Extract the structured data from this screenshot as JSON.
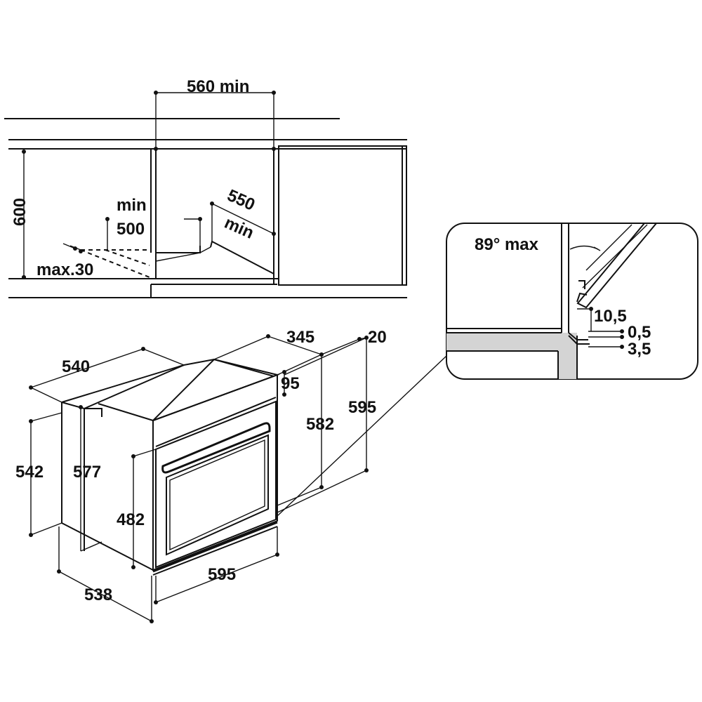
{
  "niche": {
    "width_label": "560 min",
    "height_label": "600",
    "depth_label_1": "550",
    "depth_label_2": "min",
    "vent_label_1": "min",
    "vent_label_2": "500",
    "vent_depth_label": "max.30"
  },
  "oven": {
    "depth_label": "540",
    "top_depth_label": "345",
    "top_offset_label": "20",
    "panel_label": "95",
    "body_height_label": "542",
    "inner_height_label": "577",
    "door_height_label": "482",
    "height_582_label": "582",
    "height_595_label": "595",
    "width_label": "595",
    "body_depth_label": "538"
  },
  "detail": {
    "angle_label": "89° max",
    "gap_1": "10,5",
    "gap_2": "0,5",
    "gap_3": "3,5"
  },
  "colors": {
    "line": "#111111",
    "shading": "#d4d4d4"
  }
}
